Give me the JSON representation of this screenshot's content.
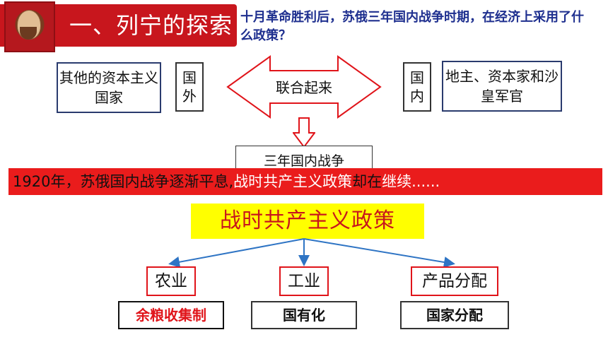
{
  "header": {
    "title": "一、列宁的探索",
    "question": "十月革命胜利后，苏俄三年国内战争时期，在经济上采用了什么政策？"
  },
  "diagram": {
    "left_box": "其他的资本主义国家",
    "guowai": "国外",
    "center": "联合起来",
    "guonei": "国内",
    "right_box": "地主、资本家和沙皇军官",
    "civil_war": "三年国内战争"
  },
  "banner": {
    "part1": "1920年，苏俄国内战争逐渐平息,",
    "part2": "战时共产主义政策",
    "part3": "却在",
    "part4": "继续",
    "part5": "......"
  },
  "policy": {
    "title": "战时共产主义政策",
    "categories": [
      "农业",
      "工业",
      "产品分配"
    ],
    "results": [
      "余粮收集制",
      "国有化",
      "国家分配"
    ]
  },
  "colors": {
    "header_red": "#c8161d",
    "banner_red": "#ea1c1c",
    "highlight_yellow": "#ffff00",
    "question_blue": "#1e2f8f",
    "connector_blue": "#2e74c4"
  }
}
